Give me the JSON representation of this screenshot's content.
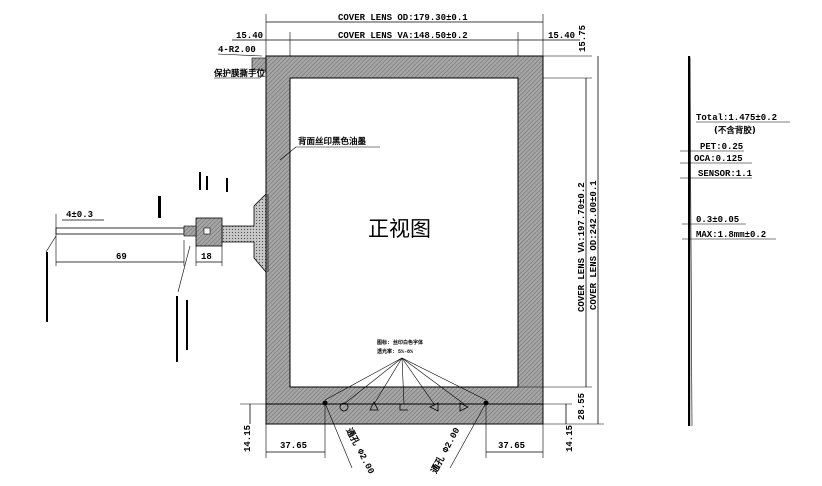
{
  "drawing": {
    "front_view_title": "正视图",
    "dims": {
      "cover_lens_od_width": "COVER LENS OD:179.30±0.1",
      "cover_lens_va_width": "COVER LENS VA:148.50±0.2",
      "left_margin_top": "15.40",
      "right_margin_top": "15.40",
      "top_margin": "15.75",
      "cover_lens_va_height": "COVER LENS VA:197.70±0.2",
      "cover_lens_od_height": "COVER LENS OD:242.00±0.1",
      "bottom_margin_right": "28.55",
      "bottom_left_height": "14.15",
      "bottom_right_height": "14.15",
      "bottom_left_width": "37.65",
      "bottom_right_width": "37.65",
      "hole_left": "通孔 Φ2.00",
      "hole_right": "通孔 Φ2.00",
      "corner_radius": "4-R2.00",
      "fpc_width": "4±0.3",
      "fpc_length": "69",
      "fpc_pad_width": "18"
    },
    "notes": {
      "protective_film": "保护膜撕手位",
      "back_print": "背面丝印黑色油墨",
      "icon_print_line1": "图标: 丝印白色字体",
      "icon_print_line2": "透光率: 5%-8%"
    }
  },
  "stack": {
    "total": "Total:1.475±0.2",
    "total_note": "(不含背胶)",
    "layers": [
      "PET:0.25",
      "OCA:0.125",
      "SENSOR:1.1"
    ],
    "adhesive": "0.3±0.05",
    "max": "MAX:1.8mm±0.2"
  },
  "colors": {
    "ink": "#000000",
    "hatch_fill": "#a6a6a6",
    "paper": "#ffffff"
  }
}
